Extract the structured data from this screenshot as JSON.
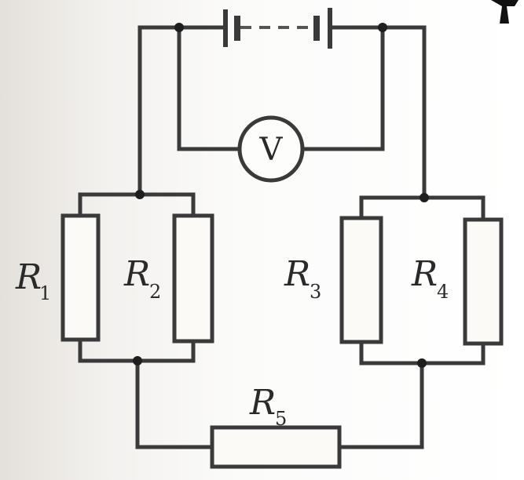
{
  "diagram": {
    "voltmeter_label": "V",
    "resistors": [
      {
        "letter": "R",
        "index": "1"
      },
      {
        "letter": "R",
        "index": "2"
      },
      {
        "letter": "R",
        "index": "3"
      },
      {
        "letter": "R",
        "index": "4"
      },
      {
        "letter": "R",
        "index": "5"
      }
    ]
  }
}
